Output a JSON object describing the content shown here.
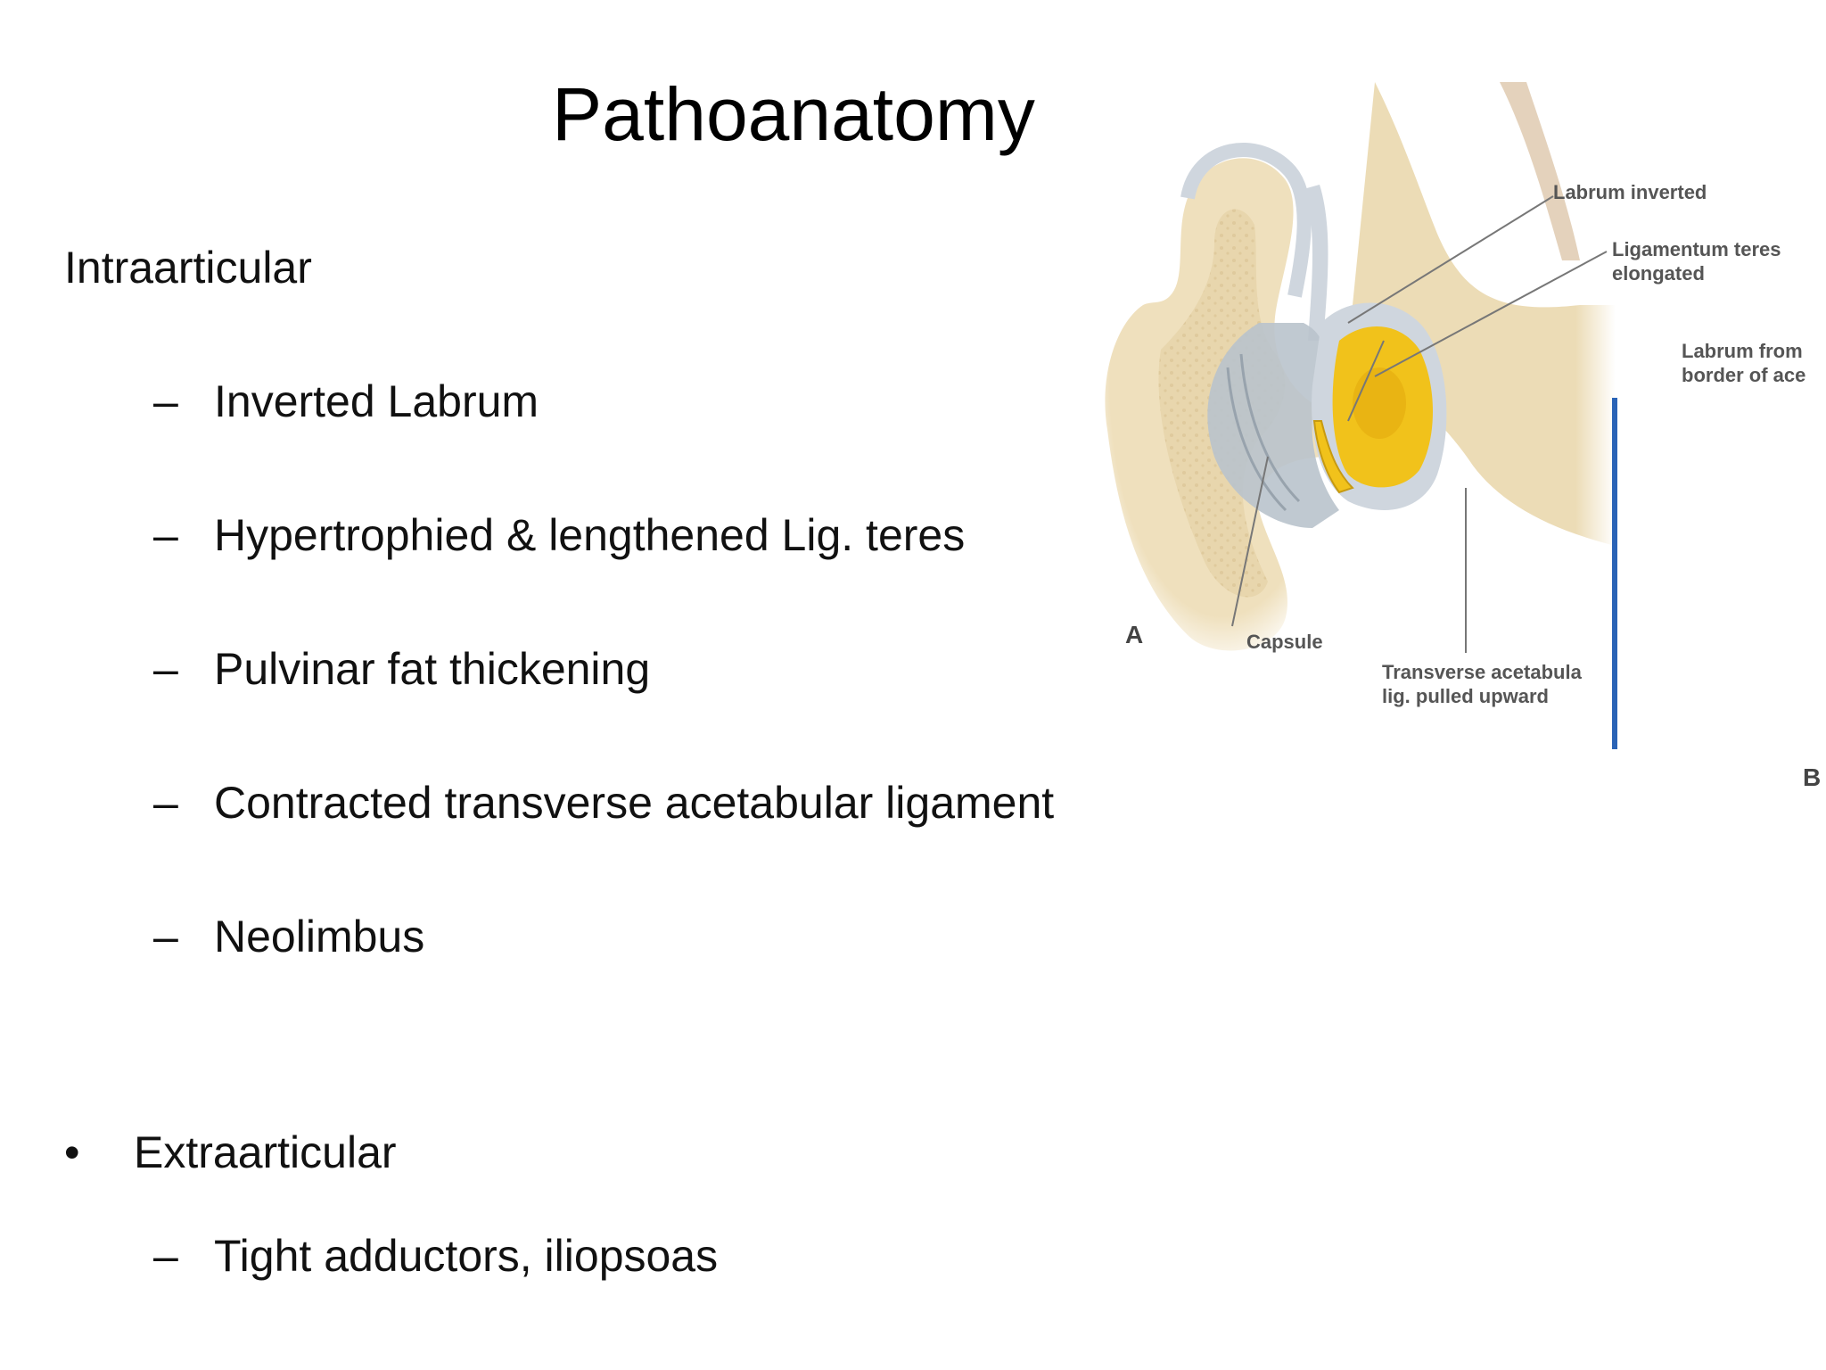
{
  "slide": {
    "title": "Pathoanatomy",
    "intra": {
      "heading": "Intraarticular",
      "items": [
        "Inverted Labrum",
        "Hypertrophied & lengthened Lig. teres",
        "Pulvinar  fat  thickening",
        "Contracted transverse acetabular ligament",
        "Neolimbus"
      ]
    },
    "extra": {
      "heading": "Extraarticular",
      "items": [
        "Tight adductors, iliopsoas"
      ]
    },
    "dash_glyph": "–",
    "bullet_glyph": "•"
  },
  "figure": {
    "labels": {
      "labrum_inverted": "Labrum inverted",
      "lig_teres": "Ligamentum teres\nelongated",
      "labrum_from": "Labrum from\nborder of ace",
      "capsule": "Capsule",
      "transverse": "Transverse acetabula\nlig. pulled upward"
    },
    "panel_a": "A",
    "panel_b": "B",
    "colors": {
      "bone": "#efe0bd",
      "bone_dark": "#e0cca2",
      "cartilage": "#cfd6de",
      "fat": "#f1c21b",
      "capsule": "#b9c3cc"
    }
  }
}
